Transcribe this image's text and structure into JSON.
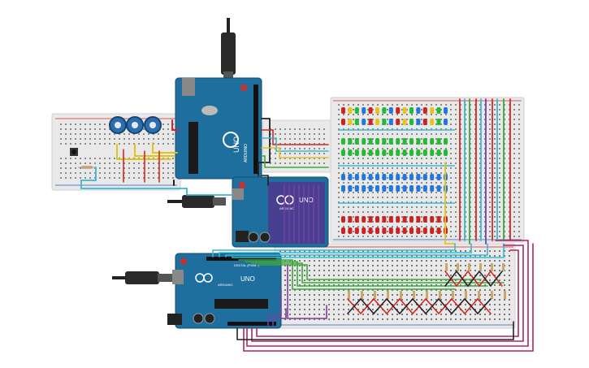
{
  "boards": {
    "top": {
      "brand": "ARDUINO",
      "model": "UNO"
    },
    "middle": {
      "brand": "ARDUINO",
      "model": "UNO"
    },
    "bottom": {
      "brand": "ARDUINO",
      "model": "UNO",
      "header_label": "DIGITAL (PWM~)"
    }
  },
  "colors": {
    "board": "#1f6f9e",
    "breadboard": "#e9e9e9",
    "wire_red": "#d62728",
    "wire_cyan": "#39b8d4",
    "wire_green": "#3ca83c",
    "wire_purple": "#7b3fa0",
    "wire_magenta": "#b0245e",
    "wire_yellow": "#e5c21b",
    "wire_black": "#222222",
    "led_red": "#cc2222",
    "led_green": "#22bb33",
    "led_blue": "#2277dd",
    "led_yellow": "#e8c320"
  },
  "icons": [
    "usb-cable-icon",
    "potentiometer-icon",
    "pushbutton-icon",
    "resistor-icon",
    "ic-chip-icon",
    "led-icon"
  ]
}
